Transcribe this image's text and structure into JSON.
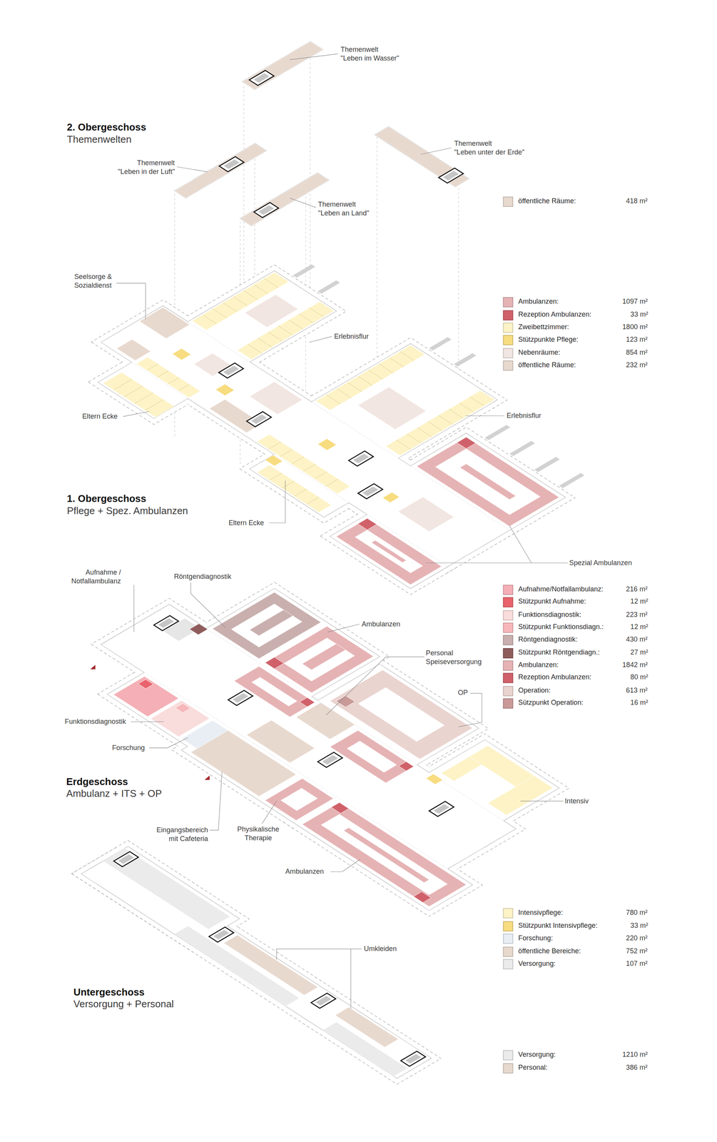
{
  "diagram": {
    "labels": [
      "Themenwelt \"Leben im Wasser\"",
      "2. Obergeschoss",
      "Themenwelten",
      "Themenwelt \"Leben unter der Erde\"",
      "Themenwelt \"Leben in der Luft\"",
      "Themenwelt \"Leben an Land\"",
      "418 m²",
      "Seelsorge & Sozialdienst",
      "Erlebnisflur",
      "Eltern Ecke",
      "Erlebnisflur",
      "1. Obergeschoss",
      "Pflege + Spez. Ambulanzen",
      "Eltern Ecke",
      "Spezial Ambulanzen",
      "1097 m²",
      "33 m²",
      "1800 m²",
      "123 m²",
      "854 m²",
      "232 m²",
      "Aufnahme / Notfallambulanz",
      "Röntgendiagnostik",
      "Ambulanzen",
      "Personal Speiseversorgung",
      "OP",
      "Funktionsdiagnostik",
      "Forschung",
      "Erdgeschoss",
      "Ambulanz + ITS + OP",
      "Intensiv",
      "Eingangsbereich mit Cafeteria",
      "Physikalische Therapie",
      "Ambulanzen",
      "216 m²",
      "12 m²",
      "223 m²",
      "12 m²",
      "430 m²",
      "27 m²",
      "1842 m²",
      "80 m²",
      "613 m²",
      "16 m²",
      "780 m²",
      "33 m²",
      "220 m²",
      "752 m²",
      "107 m²",
      "Umkleiden",
      "Untergeschoss",
      "Versorgung + Personal",
      "1210 m²",
      "386 m²"
    ],
    "legend": [
      {
        "text": "öffentliche Räume:",
        "color": "#e8d9cf"
      },
      {
        "text": "Ambulanzen:",
        "color": "#e6b3b5"
      },
      {
        "text": "Rezeption Ambulanzen:",
        "color": "#d0616a"
      },
      {
        "text": "Zweibettzimmer:",
        "color": "#fdf3c6"
      },
      {
        "text": "Stützpunkte Pflege:",
        "color": "#f7dc80"
      },
      {
        "text": "Nebenräume:",
        "color": "#f2e6e2"
      },
      {
        "text": "öffentliche Räume:",
        "color": "#e8d9cf"
      },
      {
        "text": "Aufnahme/Notfallambulanz:",
        "color": "#f4b0b6"
      },
      {
        "text": "Stützpunkt Aufnahme:",
        "color": "#e8636b"
      },
      {
        "text": "Funktionsdiagnostik:",
        "color": "#f9dcdc"
      },
      {
        "text": "Stützpunkt Funktionsdiagn.:",
        "color": "#f6b7bb"
      },
      {
        "text": "Röntgendiagnostik:",
        "color": "#c9b0ae"
      },
      {
        "text": "Stützpunkt Röntgendiagn.:",
        "color": "#8f5c5c"
      },
      {
        "text": "Ambulanzen:",
        "color": "#e6b3b5"
      },
      {
        "text": "Rezeption Ambulanzen:",
        "color": "#d0616a"
      },
      {
        "text": "Operation:",
        "color": "#ead4d0"
      },
      {
        "text": "Sützpunkt Operation:",
        "color": "#c99a98"
      },
      {
        "text": "Intensivpflege:",
        "color": "#fdf3c6"
      },
      {
        "text": "Stützpunkt Intensivpflege:",
        "color": "#f7dc80"
      },
      {
        "text": "Forschung:",
        "color": "#e8eef4"
      },
      {
        "text": "öffentliche Bereiche:",
        "color": "#e8d9cf"
      },
      {
        "text": "Versorgung:",
        "color": "#ebebeb"
      },
      {
        "text": "Versorgung:",
        "color": "#ebebeb"
      },
      {
        "text": "Personal:",
        "color": "#e8d9cf"
      }
    ]
  }
}
